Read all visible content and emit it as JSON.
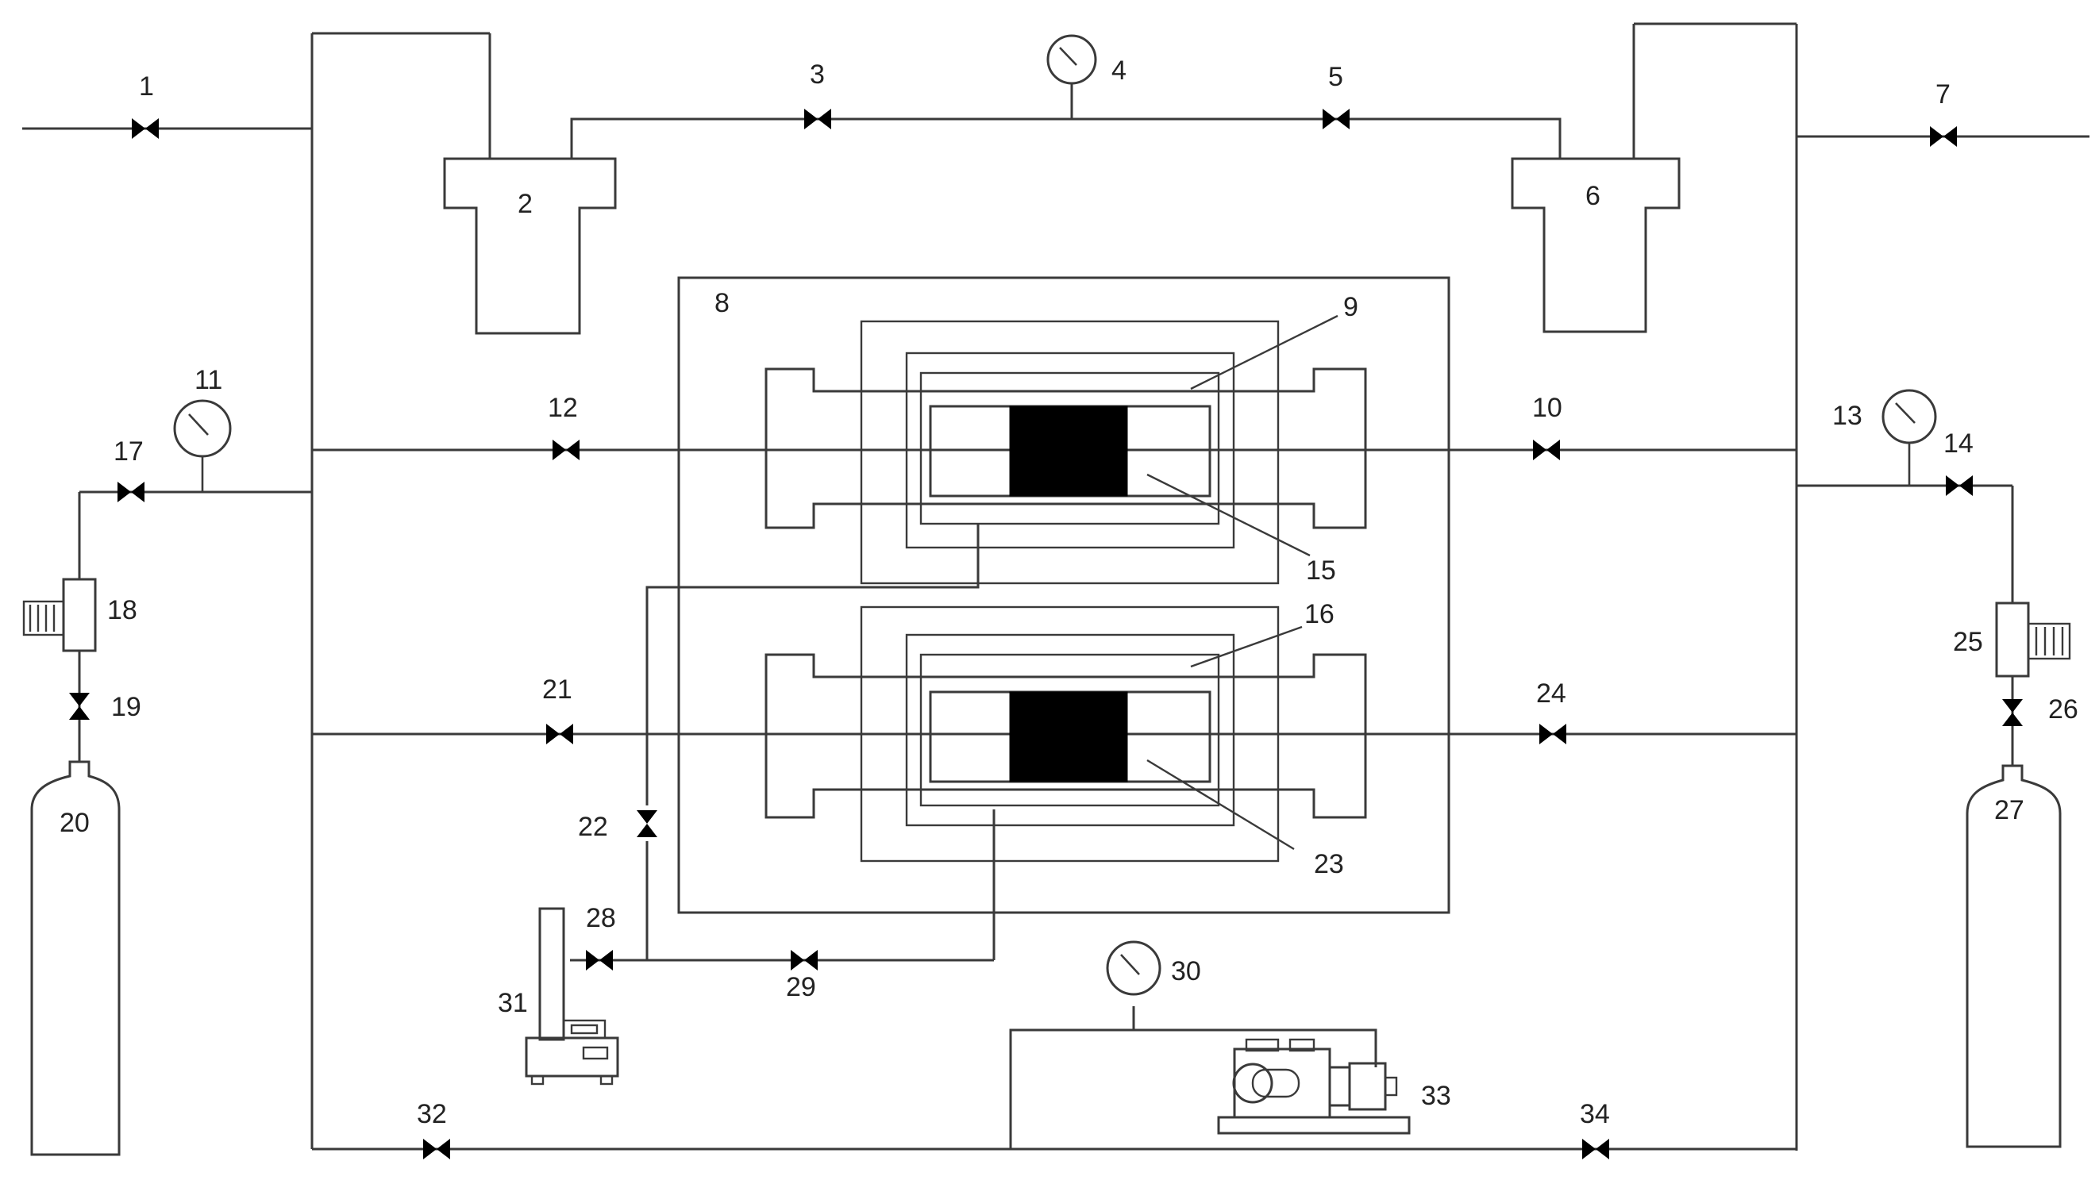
{
  "labels": {
    "n1": "1",
    "n2": "2",
    "n3": "3",
    "n4": "4",
    "n5": "5",
    "n6": "6",
    "n7": "7",
    "n8": "8",
    "n9": "9",
    "n10": "10",
    "n11": "11",
    "n12": "12",
    "n13": "13",
    "n14": "14",
    "n15": "15",
    "n16": "16",
    "n17": "17",
    "n18": "18",
    "n19": "19",
    "n20": "20",
    "n21": "21",
    "n22": "22",
    "n23": "23",
    "n24": "24",
    "n25": "25",
    "n26": "26",
    "n27": "27",
    "n28": "28",
    "n29": "29",
    "n30": "30",
    "n31": "31",
    "n32": "32",
    "n33": "33",
    "n34": "34"
  },
  "icons": {
    "valve": "valve-icon",
    "gauge": "pressure-gauge-icon",
    "cylinder": "gas-cylinder-icon",
    "regulator": "pressure-regulator-icon",
    "pump": "vacuum-pump-icon",
    "balance": "electronic-balance-icon"
  },
  "colors": {
    "line": "#3a3a3a",
    "sample": "#000000",
    "background": "#ffffff"
  }
}
